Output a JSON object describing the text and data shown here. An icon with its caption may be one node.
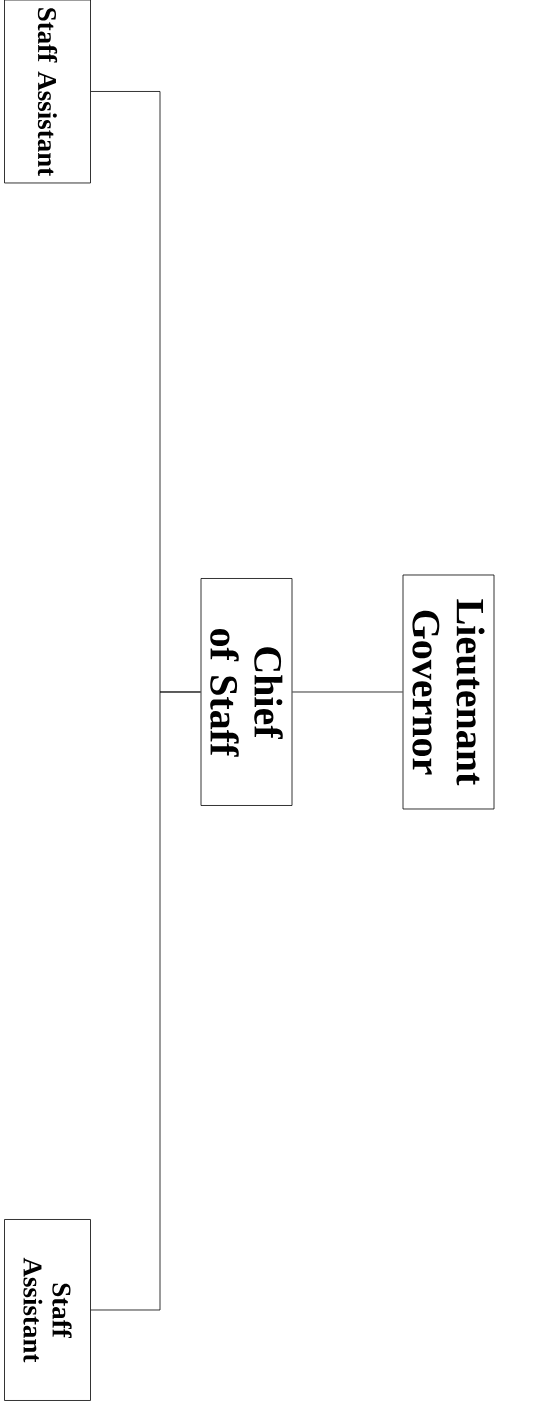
{
  "diagram": {
    "nodes": [
      {
        "text": [
          "Staff Assistant"
        ]
      },
      {
        "text": [
          "Chief of Staff"
        ]
      },
      {
        "text": [
          "Lieutenant Governor"
        ]
      },
      {
        "text": [
          "Staff Assistant"
        ]
      }
    ],
    "edges": [
      {
        "from": 2,
        "to": 1,
        "arrow": "none"
      },
      {
        "from": 1,
        "to": 0,
        "arrow": "none"
      },
      {
        "from": 1,
        "to": 3,
        "arrow": "none"
      }
    ]
  }
}
